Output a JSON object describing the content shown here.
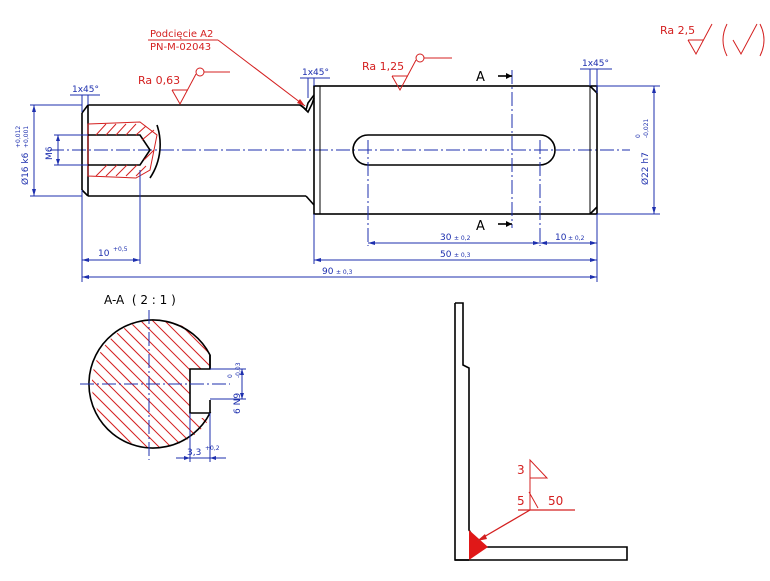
{
  "shaft": {
    "undercut_label": "Podcięcie A2",
    "undercut_standard": "PN-M-02043",
    "chamfer_left": "1x45°",
    "chamfer_mid": "1x45°",
    "chamfer_right": "1x45°",
    "ra_left": "Ra 0,63",
    "ra_mid": "Ra 1,25",
    "ra_general": "Ra 2,5",
    "section_mark_top": "A",
    "section_mark_bottom": "A",
    "thread": "M6",
    "dia_small": "Ø16 k6",
    "dia_small_tol_upper": "+0,012",
    "dia_small_tol_lower": "+0,001",
    "dia_large": "Ø22 h7",
    "dia_large_tol_upper": "0",
    "dia_large_tol_lower": "-0,021",
    "dim_10_value": "10",
    "dim_10_tol": "+0,5",
    "dim_30_value": "30",
    "dim_30_tol": "± 0,2",
    "dim_10b_value": "10",
    "dim_10b_tol": "± 0,2",
    "dim_50_value": "50",
    "dim_50_tol": "± 0,3",
    "dim_90_value": "90",
    "dim_90_tol": "± 0,3"
  },
  "section": {
    "title": "A-A  ( 2 : 1 )",
    "keyway_width": "6 N9",
    "keyway_width_tol_upper": "0",
    "keyway_width_tol_lower": "-0,03",
    "keyway_depth": "3,3",
    "keyway_depth_tol": "+0,2"
  },
  "weld": {
    "leg": "3",
    "count": "5",
    "length": "50"
  },
  "colors": {
    "contour": "#000000",
    "dimension": "#1d2fae",
    "annotation": "#d42020"
  }
}
